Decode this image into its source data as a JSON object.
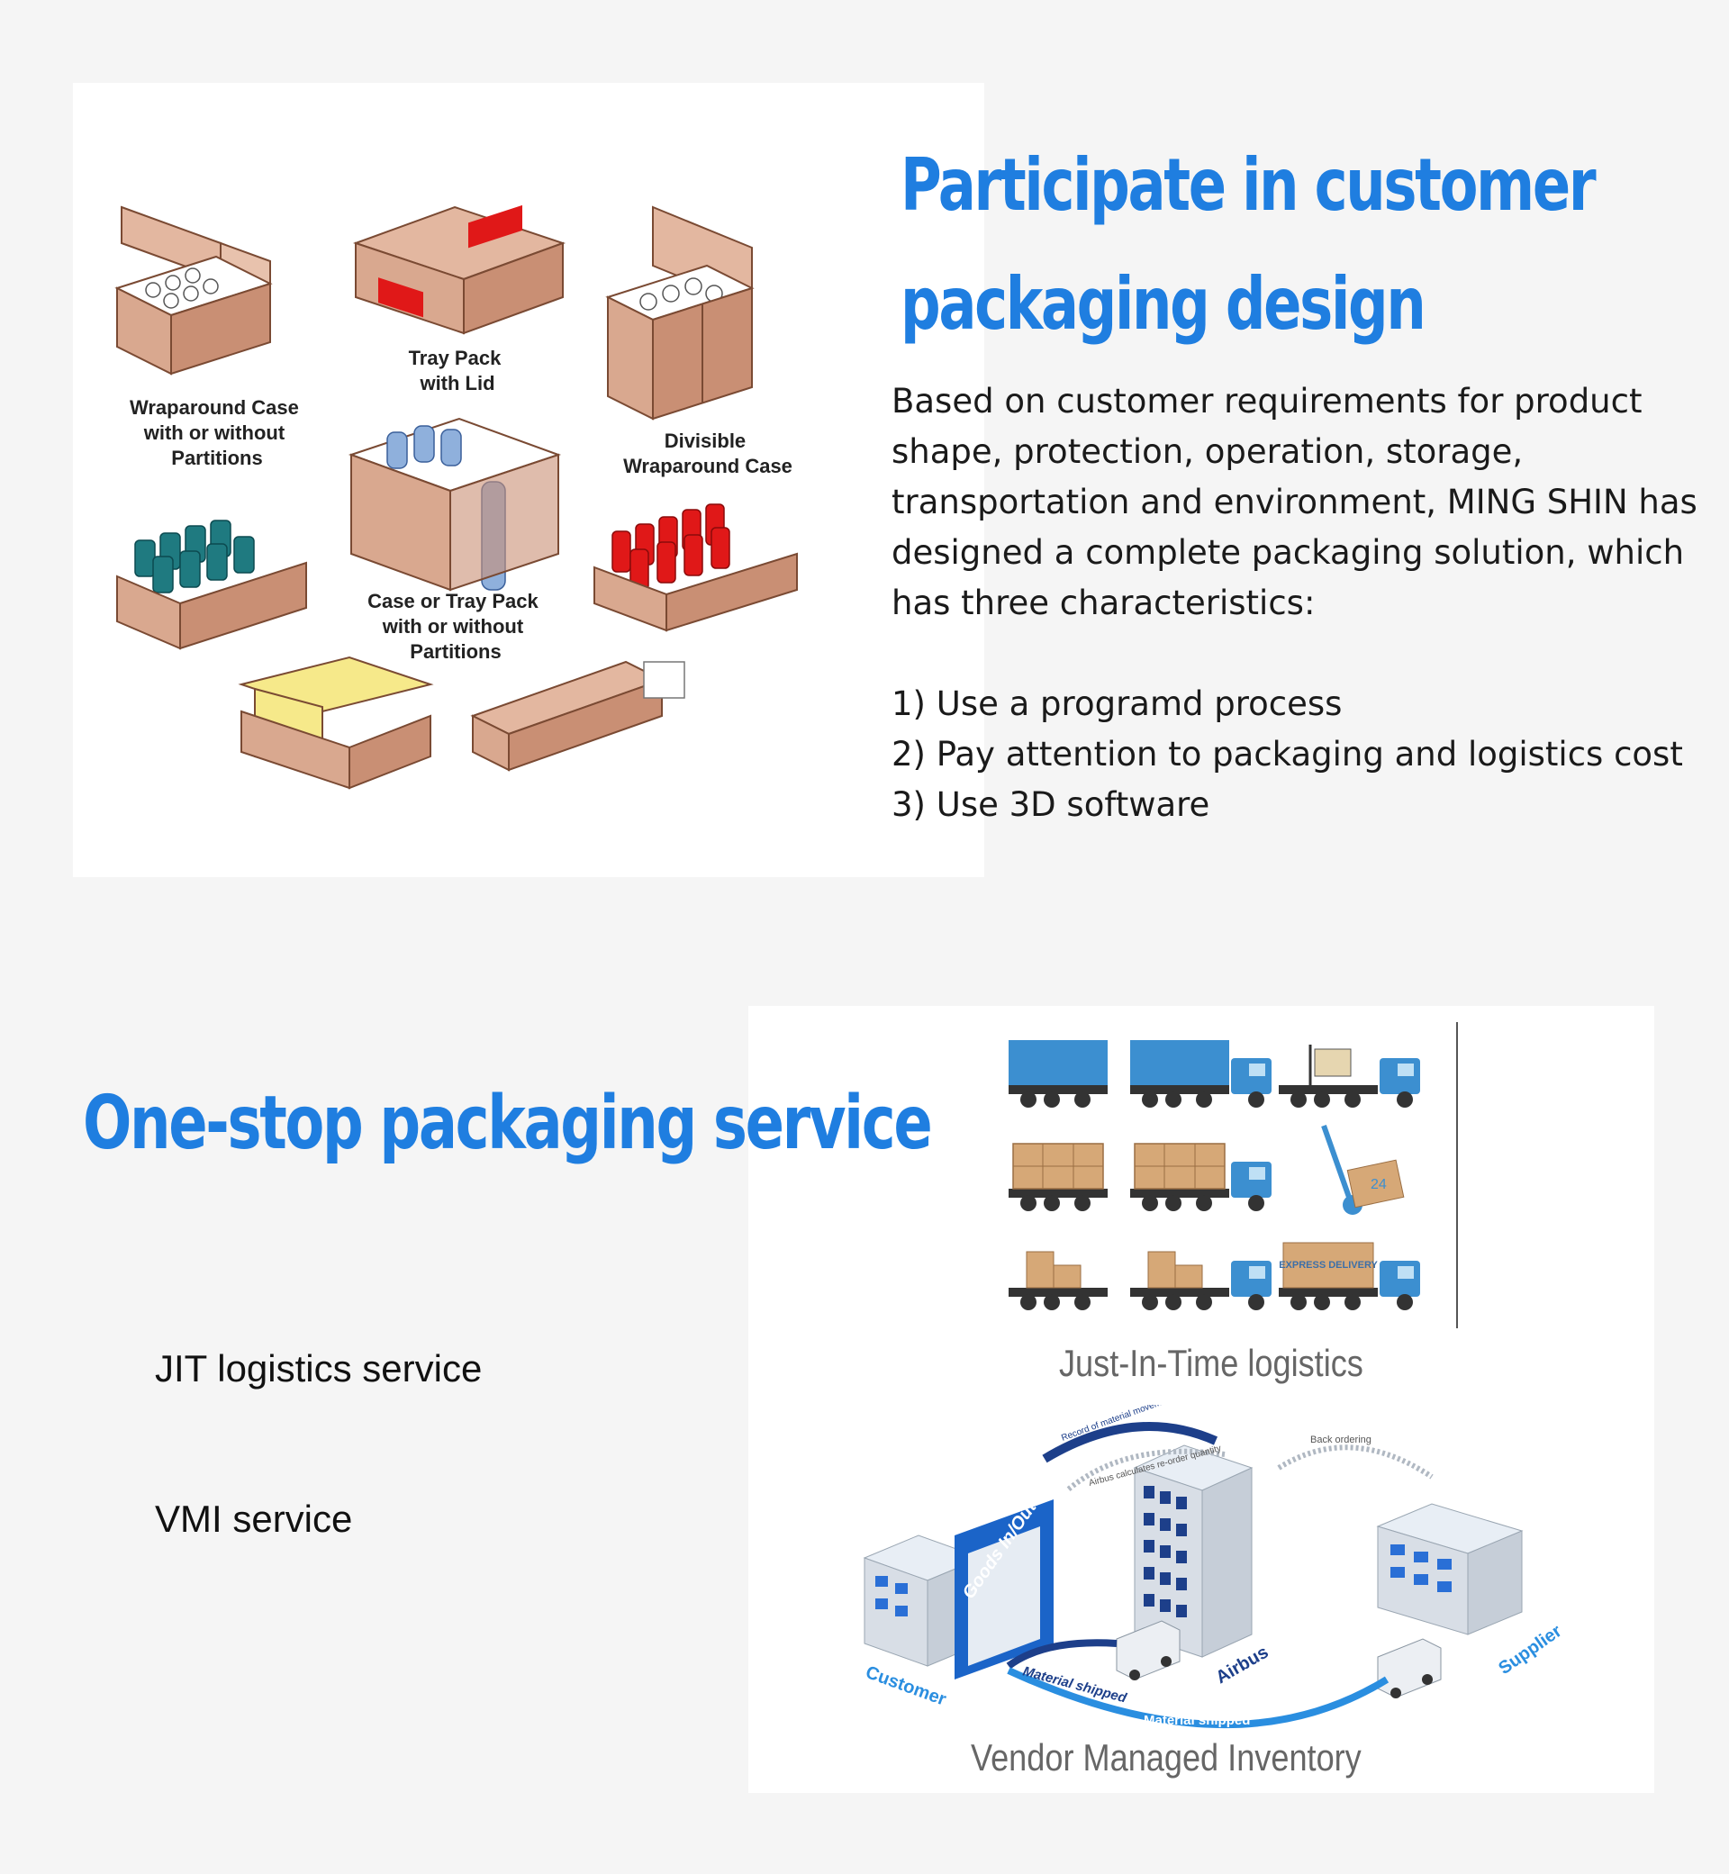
{
  "top_section": {
    "title": "Participate in customer packaging design",
    "description": "Based on customer requirements for product shape, protection, operation, storage, transportation and environment, MING SHIN has designed a complete packaging solution, which has three characteristics:",
    "features": [
      "1) Use a programd process",
      "2) Pay attention to packaging and logistics cost",
      "3) Use 3D software"
    ],
    "illustration_labels": {
      "wraparound": [
        "Wraparound Case",
        "with or without",
        "Partitions"
      ],
      "tray_lid": [
        "Tray Pack",
        "with Lid"
      ],
      "divisible": [
        "Divisible",
        "Wraparound Case"
      ],
      "case_tray": [
        "Case or Tray Pack",
        "with or without",
        "Partitions"
      ]
    }
  },
  "bottom_section": {
    "title": "One-stop packaging service",
    "services": [
      "JIT logistics service",
      "VMI service"
    ],
    "jit_caption": "Just-In-Time logistics",
    "vmi_caption": "Vendor Managed Inventory",
    "vmi_labels": {
      "customer": "Customer",
      "goods": "Goods In/Out",
      "airbus": "Airbus",
      "supplier": "Supplier",
      "material_shipped": "Material shipped",
      "back_ordering": "Back ordering",
      "record": "Record of material movement sent to Airbus",
      "calculates": "Airbus calculates re-order quantity"
    },
    "express_label": "EXPRESS DELIVERY",
    "hours_label": "24"
  },
  "colors": {
    "heading": "#1f7ee0",
    "cardboard": "#d9a88f",
    "truck_blue": "#3c8fd0"
  }
}
